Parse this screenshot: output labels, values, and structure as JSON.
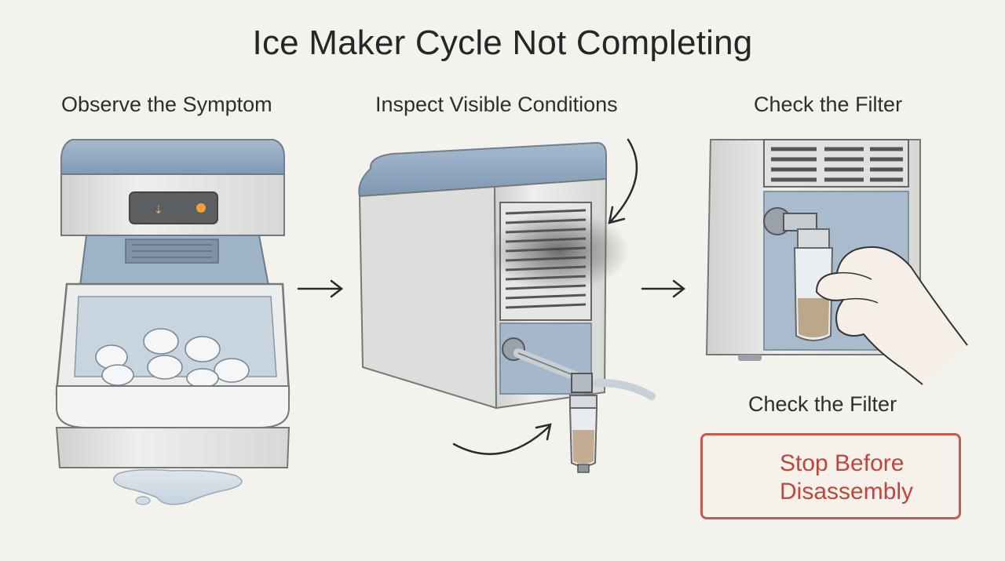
{
  "title": "Ice Maker Cycle Not Completing",
  "steps": [
    {
      "label": "Observe the Symptom"
    },
    {
      "label": "Inspect Visible Conditions"
    },
    {
      "label": "Check the Filter"
    },
    {
      "label": "Check the Filter"
    }
  ],
  "warning": {
    "line1": "Stop Before",
    "line2": "Disassembly",
    "color": "#c0463d"
  },
  "colors": {
    "background": "#f3f2ec",
    "appliance_blue": "#8fa6bf",
    "appliance_body": "#e4e5e3"
  },
  "icons": [
    "arrow-right-icon",
    "hand-stop-icon",
    "screwdriver-icon",
    "cross-icon"
  ]
}
